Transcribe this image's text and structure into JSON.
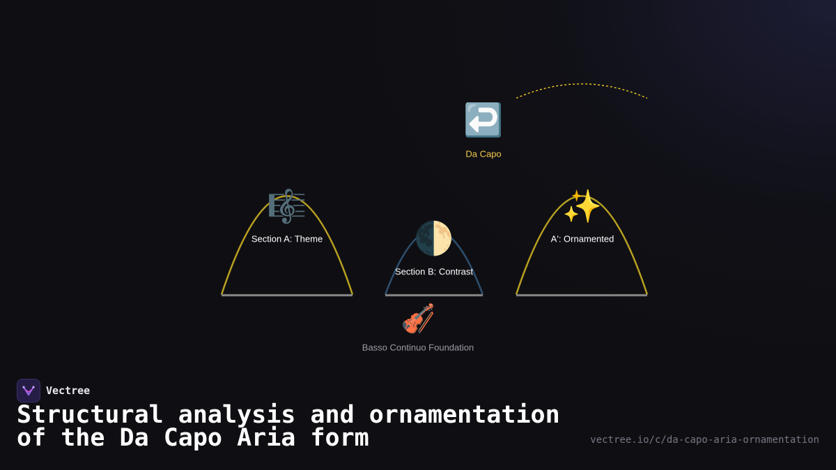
{
  "diagram": {
    "section_a": {
      "label": "Section A: Theme",
      "icon": "treble-clef-icon",
      "glyph": "🎼"
    },
    "section_b": {
      "label": "Section B: Contrast",
      "icon": "half-moon-icon",
      "glyph": "🌓"
    },
    "section_a_prime": {
      "label": "A': Ornamented",
      "icon": "sparkles-icon",
      "glyph": "✨"
    },
    "da_capo": {
      "label": "Da Capo",
      "icon": "return-arrow-icon",
      "glyph": "↩️"
    },
    "foundation": {
      "label": "Basso Continuo Foundation",
      "icon": "violin-icon",
      "glyph": "🎻"
    },
    "colors": {
      "gold": "#b8a020",
      "blue": "#2e4f6e",
      "baseline": "#8a8a8a",
      "dashed": "#e8c020"
    }
  },
  "brand": {
    "name": "Vectree"
  },
  "title": "Structural analysis and ornamentation of the Da Capo Aria form",
  "url": "vectree.io/c/da-capo-aria-ornamentation"
}
